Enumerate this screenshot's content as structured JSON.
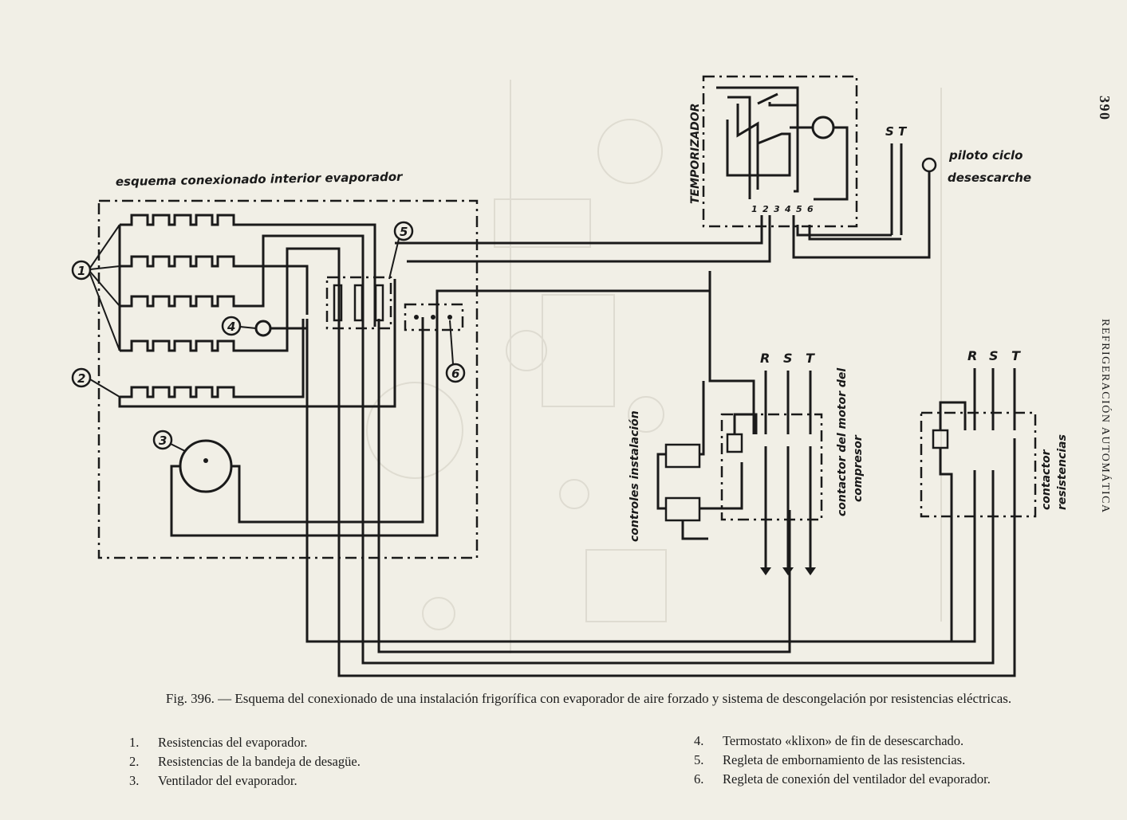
{
  "page": {
    "number": "390",
    "running_head": "REFRIGERACIÓN AUTOMÁTICA"
  },
  "figure": {
    "caption": "Fig. 396. — Esquema del conexionado de una instalación frigorífica con evaporador de aire forzado y sistema de descongelación por resistencias eléctricas.",
    "legend_left": [
      {
        "num": "1.",
        "text": "Resistencias del evaporador."
      },
      {
        "num": "2.",
        "text": "Resistencias de la bandeja de desagüe."
      },
      {
        "num": "3.",
        "text": "Ventilador del evaporador."
      }
    ],
    "legend_right": [
      {
        "num": "4.",
        "text": "Termostato «klixon» de fin de desescarchado."
      },
      {
        "num": "5.",
        "text": "Regleta de embornamiento de las resistencias."
      },
      {
        "num": "6.",
        "text": "Regleta de conexión del ventilador del evaporador."
      }
    ]
  },
  "diagram": {
    "evaporator_title": "esquema conexionado interior evaporador",
    "timer_label": "TEMPORIZADOR",
    "timer_terminals": [
      "1",
      "2",
      "3",
      "4",
      "5",
      "6"
    ],
    "supply_label": "S T",
    "pilot_line1": "piloto ciclo",
    "pilot_line2": "desescarche",
    "phases": [
      "R",
      "S",
      "T"
    ],
    "controls_label": "controles instalación",
    "compressor_label_line1": "contactor del motor del",
    "compressor_label_line2": "compresor",
    "resist_label_line1": "contactor",
    "resist_label_line2": "resistencias",
    "callouts": [
      "1",
      "2",
      "3",
      "4",
      "5",
      "6"
    ]
  }
}
